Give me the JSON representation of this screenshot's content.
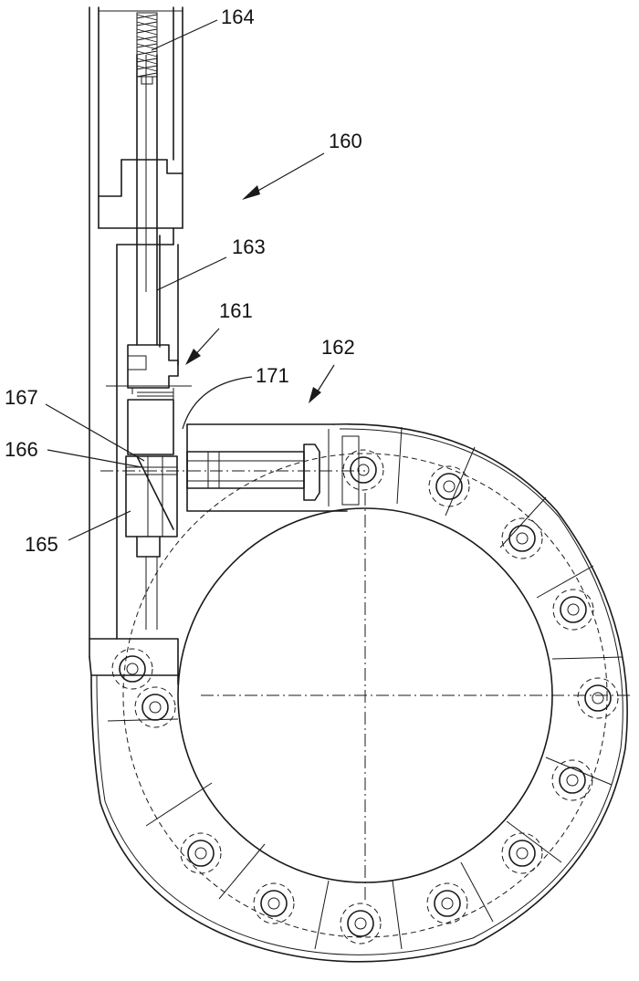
{
  "figure": {
    "labels": {
      "l164": "164",
      "l160": "160",
      "l163": "163",
      "l161": "161",
      "l162": "162",
      "l171": "171",
      "l167": "167",
      "l166": "166",
      "l165": "165"
    }
  }
}
